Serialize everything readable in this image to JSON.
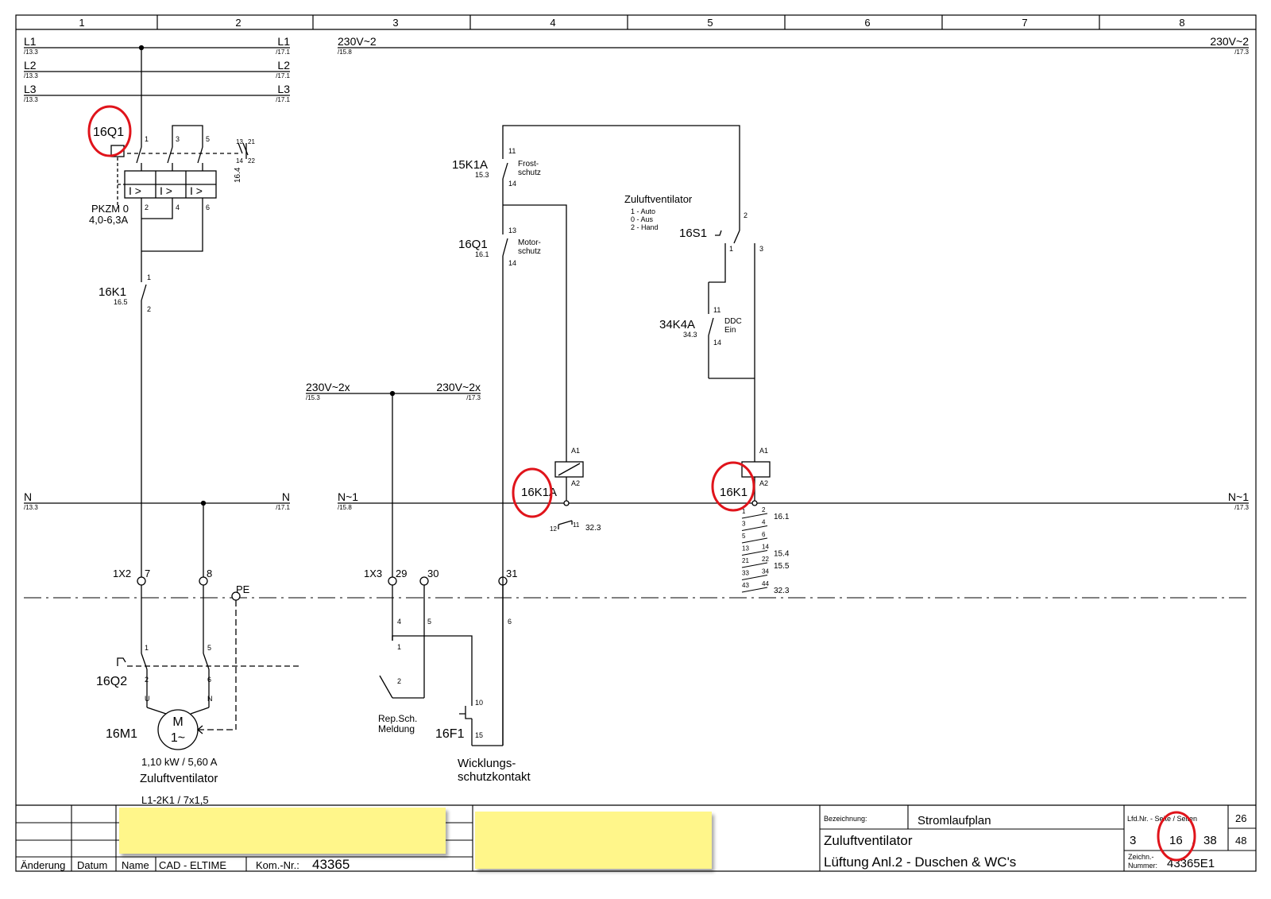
{
  "grid": {
    "columns": [
      "1",
      "2",
      "3",
      "4",
      "5",
      "6",
      "7",
      "8"
    ]
  },
  "rails": {
    "l1": {
      "label": "L1",
      "ref_left": "/13.3",
      "label_right": "L1",
      "ref_right": "/17.1"
    },
    "l2": {
      "label": "L2",
      "ref_left": "/13.3",
      "label_right": "L2",
      "ref_right": "/17.1"
    },
    "l3": {
      "label": "L3",
      "ref_left": "/13.3",
      "label_right": "L3",
      "ref_right": "/17.1"
    },
    "ctrl": {
      "label": "230V~2",
      "ref_left": "/15.8",
      "label_right": "230V~2",
      "ref_right": "/17.3"
    },
    "n": {
      "label": "N",
      "ref_left": "/13.3",
      "label_right": "N",
      "ref_right": "/17.1"
    },
    "n1": {
      "label": "N~1",
      "ref_left": "/15.8",
      "label_right": "N~1",
      "ref_right": "/17.3"
    },
    "v2x": {
      "label": "230V~2x",
      "ref_left": "/15.3",
      "label_right": "230V~2x",
      "ref_right": "/17.3"
    }
  },
  "components": {
    "q1": {
      "tag": "16Q1",
      "type": "PKZM 0",
      "range": "4,0-6,3A",
      "pins": [
        "1",
        "3",
        "5",
        "2",
        "4",
        "6",
        "13",
        "14",
        "21",
        "22"
      ],
      "aux_ref": "16.4",
      "trip": "I >"
    },
    "k1_main": {
      "tag": "16K1",
      "ref": "16.5",
      "pin_top": "1",
      "pin_bottom": "2"
    },
    "x2": {
      "tag": "1X2",
      "t1": "7",
      "t2": "8",
      "pe": "PE"
    },
    "x3": {
      "tag": "1X3",
      "t1": "29",
      "t2": "30",
      "t3": "31"
    },
    "q2": {
      "tag": "16Q2",
      "pins": [
        "1",
        "5",
        "2",
        "6"
      ],
      "u": "U",
      "n": "N"
    },
    "m1": {
      "tag": "16M1",
      "symbol_m": "M",
      "symbol_ac": "1~",
      "rating": "1,10 kW / 5,60 A",
      "name": "Zuluftventilator",
      "cable": "L1-2K1 / 7x1,5"
    },
    "k1a_contact": {
      "tag": "15K1A",
      "ref": "15.3",
      "pin_top": "11",
      "pin_bottom": "14",
      "desc1": "Frost-",
      "desc2": "schutz"
    },
    "q1_contact": {
      "tag": "16Q1",
      "ref": "16.1",
      "pin_top": "13",
      "pin_bottom": "14",
      "desc1": "Motor-",
      "desc2": "schutz"
    },
    "s1": {
      "tag": "16S1",
      "title": "Zuluftventilator",
      "pos1": "1 - Auto",
      "pos0": "0 - Aus",
      "pos2": "2 - Hand",
      "pin_top": "2",
      "pin_l": "1",
      "pin_r": "3"
    },
    "k4a": {
      "tag": "34K4A",
      "ref": "34.3",
      "pin_top": "11",
      "pin_bottom": "14",
      "desc1": "DDC",
      "desc2": "Ein"
    },
    "k1a_coil": {
      "tag": "16K1A",
      "a1": "A1",
      "a2": "A2",
      "c_no1": "12",
      "c_no2": "11",
      "c_ref": "32.3"
    },
    "k1_coil": {
      "tag": "16K1",
      "a1": "A1",
      "a2": "A2"
    },
    "rep": {
      "pin1": "4",
      "pin2": "5",
      "c1": "1",
      "c2": "2",
      "desc1": "Rep.Sch.",
      "desc2": "Meldung"
    },
    "f1": {
      "tag": "16F1",
      "pin_top": "10",
      "pin_bottom": "15",
      "pin_x3": "6",
      "desc1": "Wicklungs-",
      "desc2": "schutzkontakt"
    }
  },
  "contact_list": [
    {
      "a": "1",
      "b": "2",
      "ref": "16.1"
    },
    {
      "a": "3",
      "b": "4",
      "ref": ""
    },
    {
      "a": "5",
      "b": "6",
      "ref": ""
    },
    {
      "a": "13",
      "b": "14",
      "ref": "15.4"
    },
    {
      "a": "21",
      "b": "22",
      "ref": "15.5"
    },
    {
      "a": "33",
      "b": "34",
      "ref": ""
    },
    {
      "a": "43",
      "b": "44",
      "ref": "32.3"
    }
  ],
  "title_block": {
    "aenderung": "Änderung",
    "datum": "Datum",
    "name": "Name",
    "cad": "CAD - ELTIME",
    "kom_label": "Kom.-Nr.:",
    "kom_value": "43365",
    "bez_label": "Bezeichnung:",
    "bez_value": "Stromlaufplan",
    "line1": "Zuluftventilator",
    "line2": "Lüftung Anl.2 - Duschen & WC's",
    "lfd_label": "Lfd.Nr. - Seite / Seiten",
    "lfd": "3",
    "seite": "16",
    "slash": "/",
    "seiten": "38",
    "right_top": "26",
    "right_bottom": "48",
    "zeichn_label1": "Zeichn.-",
    "zeichn_label2": "Nummer:",
    "zeichn_value": "43365E1"
  },
  "colors": {
    "ink": "#000000",
    "highlight_circle": "#e0141b",
    "redaction": "#fff68a"
  }
}
